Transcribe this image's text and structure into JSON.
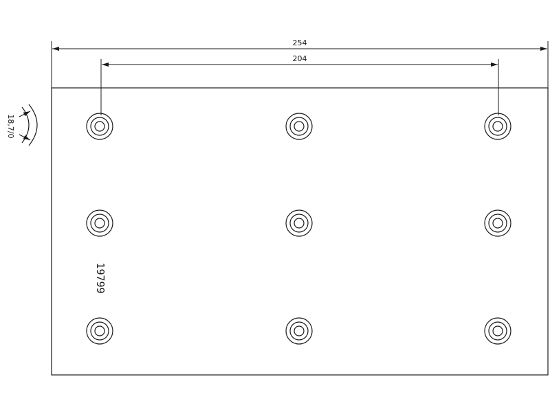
{
  "drawing": {
    "overall_width_label": "254",
    "hole_span_label": "204",
    "thickness_label": "18,7/0",
    "part_number": "19799",
    "hole_grid": {
      "rows": 3,
      "cols": 3
    }
  }
}
